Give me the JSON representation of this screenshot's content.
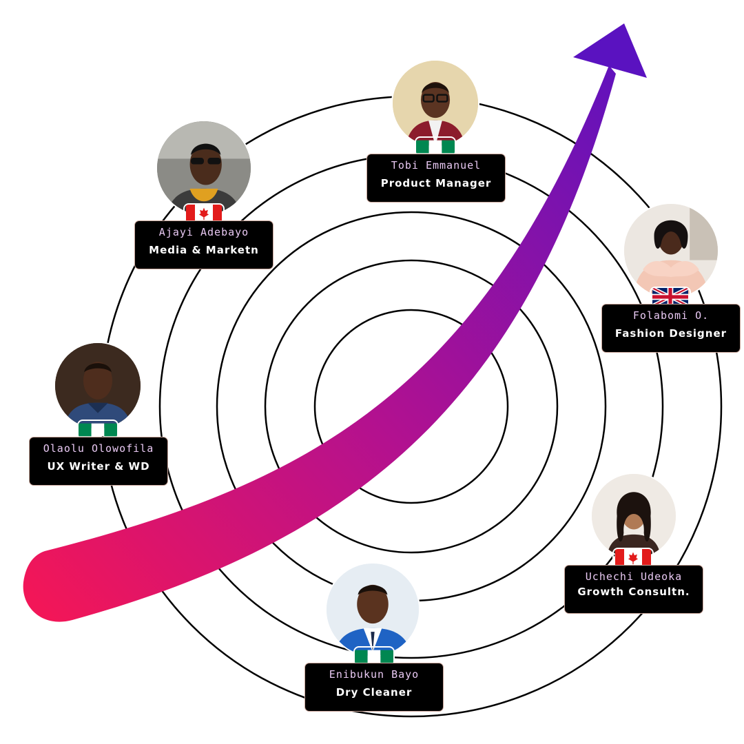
{
  "colors": {
    "arrow_start": "#f21658",
    "arrow_mid": "#b3118f",
    "arrow_end": "#5a12c0",
    "rings": "#000000",
    "card_bg": "#000000",
    "name_text": "#e9c9f3",
    "role_text": "#ffffff"
  },
  "people": [
    {
      "name": "Tobi Emmanuel",
      "role": "Product Manager",
      "flag": "nigeria-flag-icon",
      "avatar": "tobi-emmanuel-avatar"
    },
    {
      "name": "Ajayi Adebayo",
      "role": "Media & Marketn",
      "flag": "canada-flag-icon",
      "avatar": "ajayi-adebayo-avatar"
    },
    {
      "name": "Folabomi O.",
      "role": "Fashion Designer",
      "flag": "uk-flag-icon",
      "avatar": "folabomi-avatar"
    },
    {
      "name": "Olaolu Olowofila",
      "role": "UX Writer & WD",
      "flag": "nigeria-flag-icon",
      "avatar": "olaolu-olowofila-avatar"
    },
    {
      "name": "Uchechi Udeoka",
      "role": "Growth Consultn.",
      "flag": "canada-flag-icon",
      "avatar": "uchechi-udeoka-avatar"
    },
    {
      "name": "Enibukun Bayo",
      "role": "Dry Cleaner",
      "flag": "nigeria-flag-icon",
      "avatar": "enibukun-bayo-avatar"
    }
  ]
}
